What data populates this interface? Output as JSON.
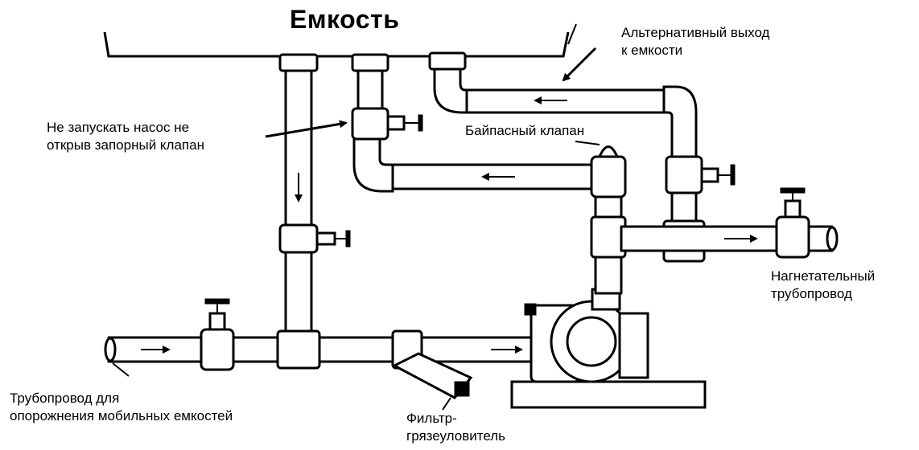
{
  "tank": {
    "title": "Емкость"
  },
  "labels": {
    "alt_outlet": [
      "Альтернативный выход",
      "к емкости"
    ],
    "do_not_start": [
      "Не запускать насос не",
      "открыв запорный клапан"
    ],
    "bypass_valve": [
      "Байпасный клапан"
    ],
    "discharge": [
      "Нагнетательный",
      "трубопровод"
    ],
    "drain_line": [
      "Трубопровод для",
      "опорожнения мобильных емкостей"
    ],
    "strainer": [
      "Фильтр-",
      "грязеуловитель"
    ]
  }
}
